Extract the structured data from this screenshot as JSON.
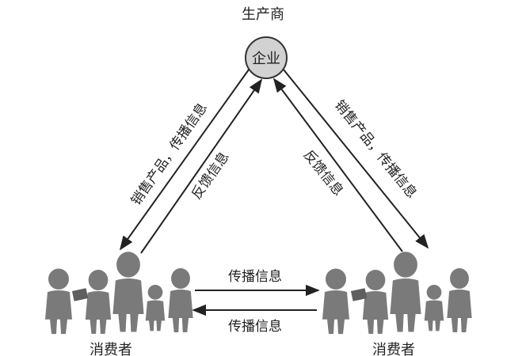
{
  "diagram": {
    "producer_title": "生产商",
    "enterprise_label": "企业",
    "left_outer_label": "销售产品，传播信息",
    "left_inner_label": "反馈信息",
    "right_outer_label": "销售产品，传播信息",
    "right_inner_label": "反馈信息",
    "top_mid_label": "传播信息",
    "bottom_mid_label": "传播信息",
    "left_group_label": "消费者",
    "right_group_label": "消费者"
  },
  "colors": {
    "node_fill": "#d2d2d2",
    "node_stroke": "#333333",
    "figure_fill": "#7a7a7a",
    "figure_shade": "#5e5e5e",
    "arrow": "#222222"
  }
}
